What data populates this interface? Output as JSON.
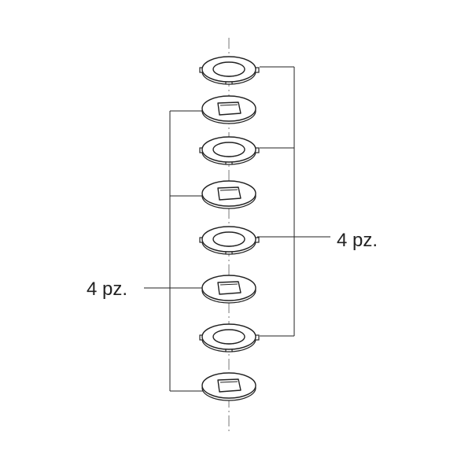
{
  "labels": {
    "right_group": "4 pz.",
    "left_group": "4 pz."
  },
  "parts": [
    {
      "kind": "tabbed-disc"
    },
    {
      "kind": "square-hole-washer"
    },
    {
      "kind": "tabbed-disc"
    },
    {
      "kind": "square-hole-washer"
    },
    {
      "kind": "tabbed-disc"
    },
    {
      "kind": "square-hole-washer"
    },
    {
      "kind": "tabbed-disc"
    },
    {
      "kind": "square-hole-washer"
    }
  ],
  "colors": {
    "line": "#222222",
    "axis": "#777777",
    "fill": "#ffffff"
  }
}
